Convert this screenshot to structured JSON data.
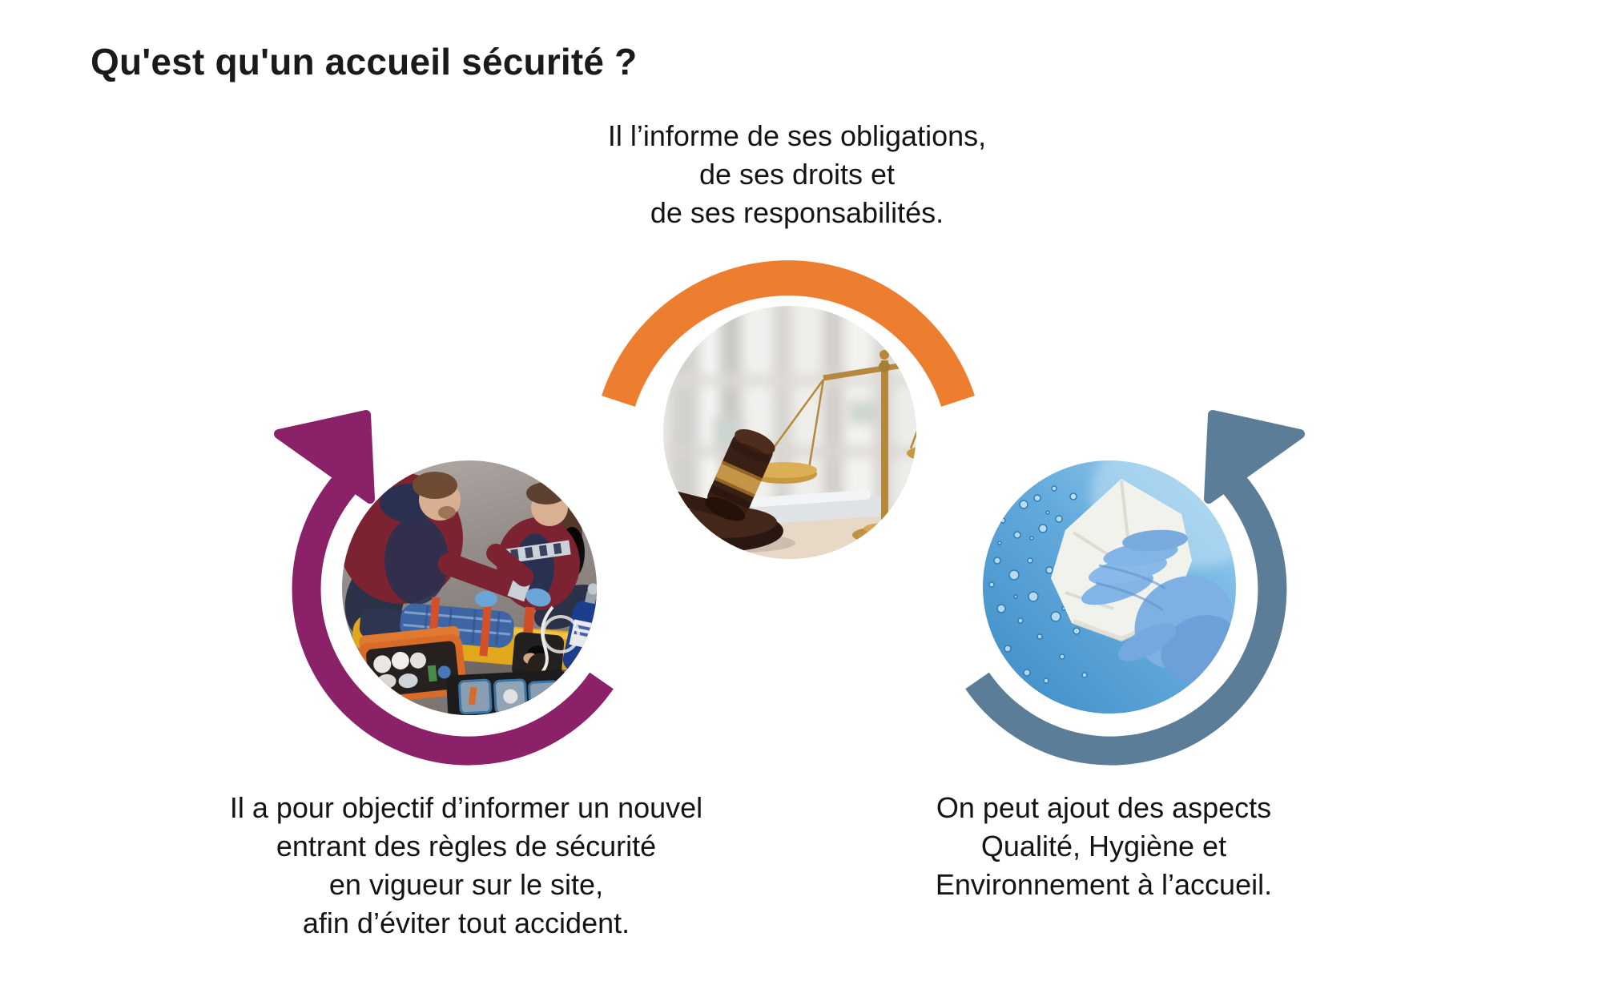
{
  "title": "Qu'est qu'un accueil sécurité ?",
  "notes": {
    "legal": {
      "lines": [
        "Il l’informe de ses obligations,",
        "de ses droits et",
        "de ses responsabilités."
      ]
    },
    "objective": {
      "lines": [
        "Il a pour objectif d’informer un nouvel",
        "entrant des règles de sécurité",
        "en vigueur sur le site,",
        "afin d’éviter tout accident."
      ]
    },
    "qhe": {
      "lines": [
        "On peut ajout des aspects",
        "Qualité, Hygiène et",
        "Environnement à l’accueil."
      ]
    }
  },
  "figures": {
    "legal": {
      "icon": "gavel-scales-photo",
      "arc_color_key": "orange"
    },
    "objective": {
      "icon": "first-aid-stretcher-photo",
      "arc_color_key": "purple"
    },
    "qhe": {
      "icon": "glove-cleaning-photo",
      "arc_color_key": "steel_blue"
    }
  },
  "colors": {
    "orange": "#ED7D2F",
    "purple": "#8B2168",
    "steel_blue": "#5C7D97",
    "text": "#1A1A1A",
    "background": "#FFFFFF"
  }
}
